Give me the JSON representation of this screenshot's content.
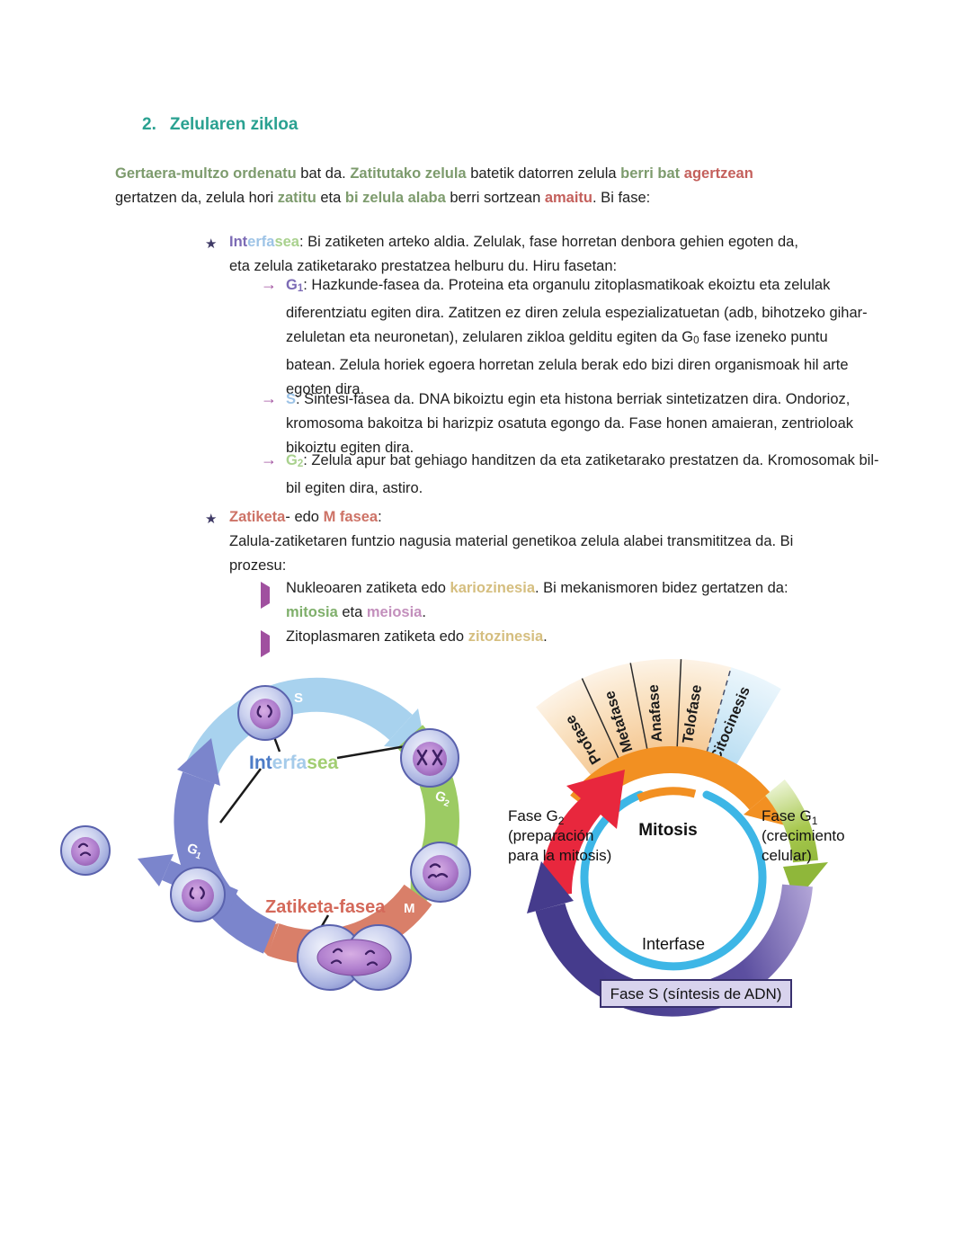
{
  "title": {
    "number": "2.",
    "text": "Zelularen zikloa"
  },
  "colors": {
    "title_teal": "#2aa191",
    "keyword_green": "#7d9b6d",
    "keyword_red": "#c4605c",
    "interfase_purple": "#7c6bb5",
    "interfase_lightblue": "#9dc3e6",
    "interfase_lightgreen": "#a9d18e",
    "salmon": "#cd7266",
    "gold": "#d5be7f",
    "mitosia_green": "#7faf6b",
    "orchid": "#c38fbc",
    "star_navy": "#3f3a66",
    "bullet_arrow_magenta": "#a0509f",
    "diagram_blue_arc": "#a8d2ee",
    "diagram_green_arc": "#9ccb63",
    "diagram_salmon_arc": "#d97f69",
    "diagram_purple_arc": "#7b85cc",
    "orange": "#f29022",
    "crimson": "#e8273d",
    "yellow_green": "#8fb73a",
    "indigo": "#453b8c",
    "cyan_ring": "#3db6e6"
  },
  "intro": {
    "s0": "Gertaera-multzo ordenatu",
    "s1": " bat da. ",
    "s2": "Zatitutako zelula",
    "s3": " batetik datorren zelula ",
    "s4": "berri bat",
    "s5": " ",
    "s6": "agertzean",
    "s7": " gertatzen da, zelula hori ",
    "s8": "zatitu",
    "s9": " eta ",
    "s10": "bi zelula alaba",
    "s11": " berri sortzean ",
    "s12": "amaitu",
    "s13": ". Bi fase:"
  },
  "interfasea": {
    "star": "★",
    "p1": "Int",
    "p2": "erfa",
    "p3": "sea",
    "rest": ": Bi zatiketen arteko aldia. Zelulak, fase horretan denbora gehien egoten da, eta zelula zatiketarako prestatzea helburu du. Hiru fasetan:"
  },
  "g1": {
    "arrow": "→",
    "base": "G",
    "sub": "1",
    "t1": ": Hazkunde-fasea da. Proteina eta organulu zitoplasmatikoak ekoiztu eta zelulak diferentziatu egiten dira. Zatitzen ez diren zelula espezializatuetan (adb, bihotzeko gihar-zeluletan eta neuronetan), zelularen zikloa gelditu egiten da G",
    "g0sub": "0",
    "t2": " fase izeneko puntu batean. Zelula horiek egoera horretan zelula berak edo bizi diren organismoak hil arte egoten dira."
  },
  "s": {
    "arrow": "→",
    "base": "S",
    "t": ": Sintesi-fasea da. DNA bikoiztu egin eta histona berriak sintetizatzen dira. Ondorioz, kromosoma bakoitza bi harizpiz osatuta egongo da. Fase honen amaieran, zentrioloak bikoiztu egiten dira."
  },
  "g2": {
    "arrow": "→",
    "base": "G",
    "sub": "2",
    "t": ": Zelula apur bat gehiago handitzen da eta zatiketarako prestatzen da. Kromosomak bil-bil egiten dira, astiro."
  },
  "m": {
    "star": "★",
    "s0": "Zatiketa",
    "s1": "- edo ",
    "s2": "M fasea",
    "s3": ":",
    "body": "Zalula-zatiketaren funtzio nagusia material genetikoa zelula alabei transmititzea da. Bi prozesu:",
    "k1": {
      "s0": "Nukleoaren zatiketa edo ",
      "s1": "kariozinesia",
      "s2": ". Bi mekanismoren bidez gertatzen da: ",
      "s3": "mitosia",
      "s4": " eta ",
      "s5": "meiosia",
      "s6": "."
    },
    "k2": {
      "s0": "Zitoplasmaren zatiketa edo ",
      "s1": "zitozinesia",
      "s2": "."
    }
  },
  "left_diagram": {
    "interfasea_p1": "Int",
    "interfasea_p2": "erfa",
    "interfasea_p3": "sea",
    "zatiketa": "Zatiketa-fasea",
    "s": "S",
    "g1b": "G",
    "g1s": "1",
    "g2b": "G",
    "g2s": "2",
    "m": "M"
  },
  "right_diagram": {
    "fan": [
      "Profase",
      "Metafase",
      "Anafase",
      "Telofase",
      "Citocinesis"
    ],
    "mitosis": "Mitosis",
    "interfase": "Interfase",
    "fase_s": "Fase S (síntesis de ADN)",
    "g2": {
      "l1": "Fase G",
      "sub": "2",
      "l2": "(preparación",
      "l3": "para la mitosis)"
    },
    "g1": {
      "l1": "Fase G",
      "sub": "1",
      "l2": "(crecimiento",
      "l3": "celular)"
    }
  }
}
